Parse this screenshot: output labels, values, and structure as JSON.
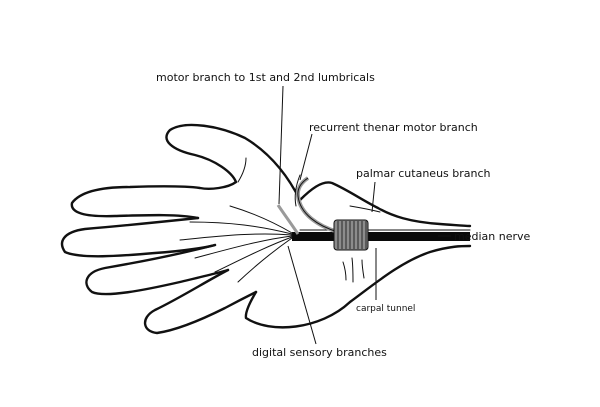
{
  "labels": {
    "motor_branch": "motor branch to 1st and 2nd lumbricals",
    "recurrent_thenar": "recurrent thenar motor branch",
    "palmar_cutaneous": "palmar cutaneus branch",
    "median_nerve": "median nerve",
    "carpal_tunnel": "carpal tunnel",
    "digital_sensory": "digital sensory branches"
  },
  "colors": {
    "outline": "#111111",
    "median_nerve": "#0a0a0a",
    "motor_branch": "#9a9a9a",
    "carpal_ligament": "#8c8c8c",
    "background": "#ffffff"
  }
}
